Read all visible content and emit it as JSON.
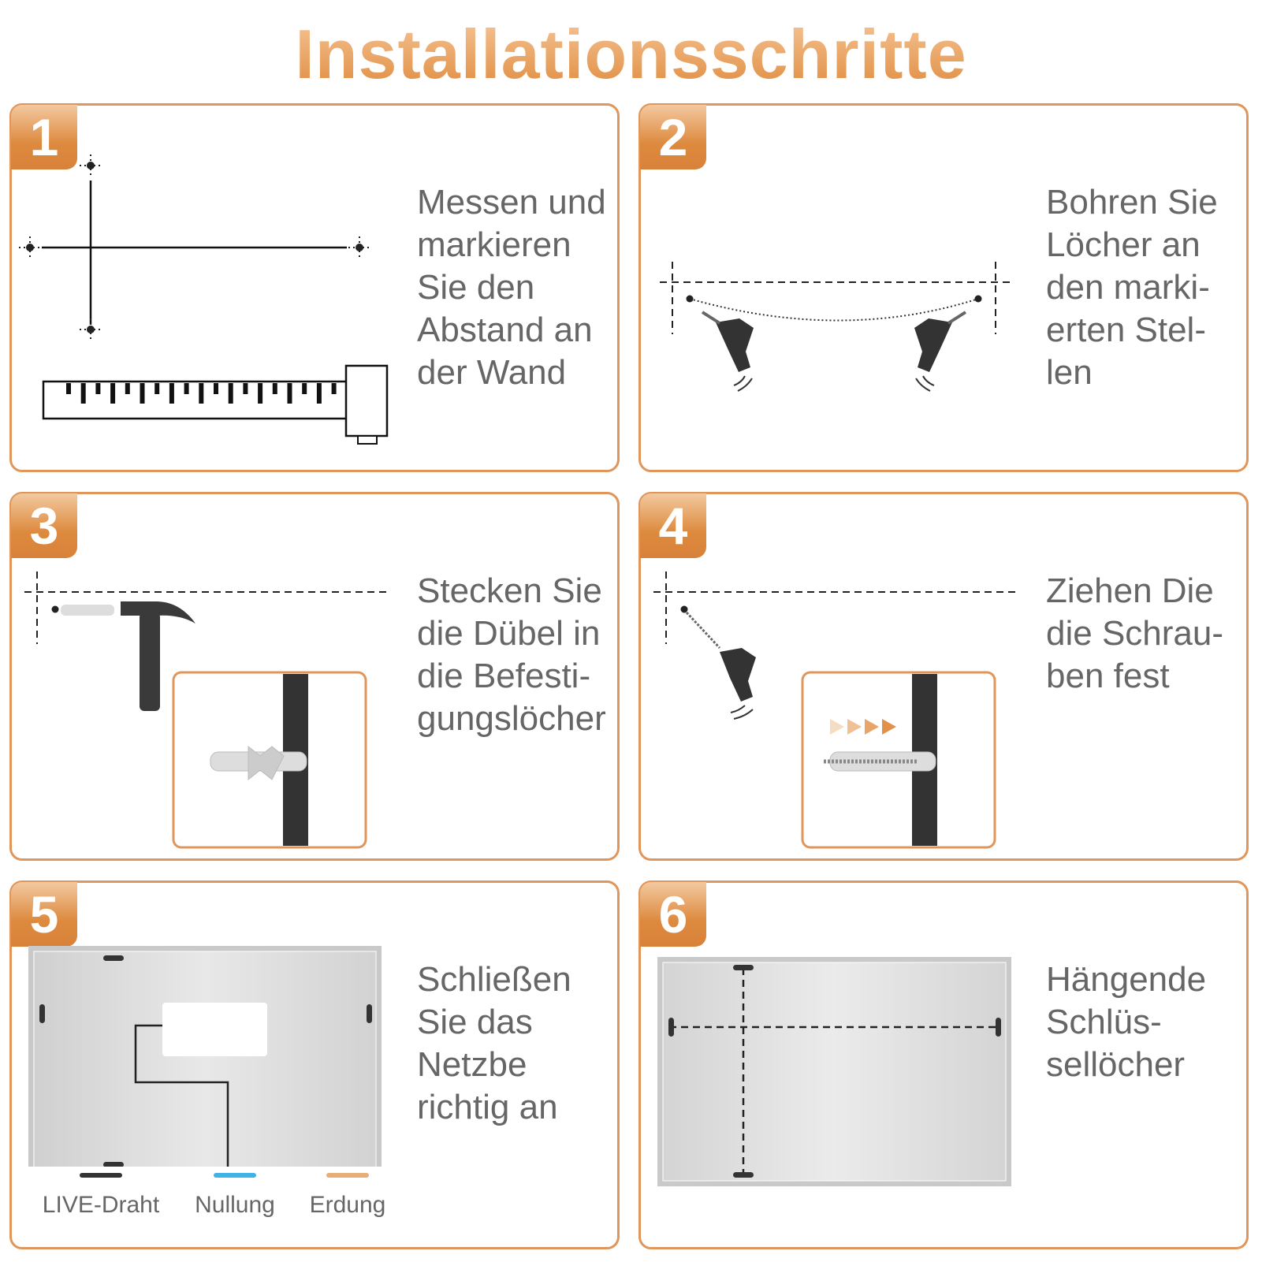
{
  "title": "Installationsschritte",
  "steps": [
    {
      "number": "1",
      "text": "Messen und\nmarkieren\nSie den\nAbstand an\nder Wand"
    },
    {
      "number": "2",
      "text": "Bohren Sie\nLöcher an\nden marki-\nerten Stel-\nlen"
    },
    {
      "number": "3",
      "text": "Stecken Sie\ndie Dübel in\ndie Befesti-\ngungslöcher"
    },
    {
      "number": "4",
      "text": "Ziehen Die\ndie Schrau-\nben fest"
    },
    {
      "number": "5",
      "text": "Schließen\nSie das\nNetzbe\nrichtig an"
    },
    {
      "number": "6",
      "text": "Hängende\nSchlüs-\nsellöcher"
    }
  ],
  "legend": [
    {
      "label": "LIVE-Draht",
      "color": "#333333"
    },
    {
      "label": "Nullung",
      "color": "#3fb3e8"
    },
    {
      "label": "Erdung",
      "color": "#e8ae78"
    }
  ],
  "colors": {
    "accent": "#e0965a",
    "text": "#666666"
  }
}
